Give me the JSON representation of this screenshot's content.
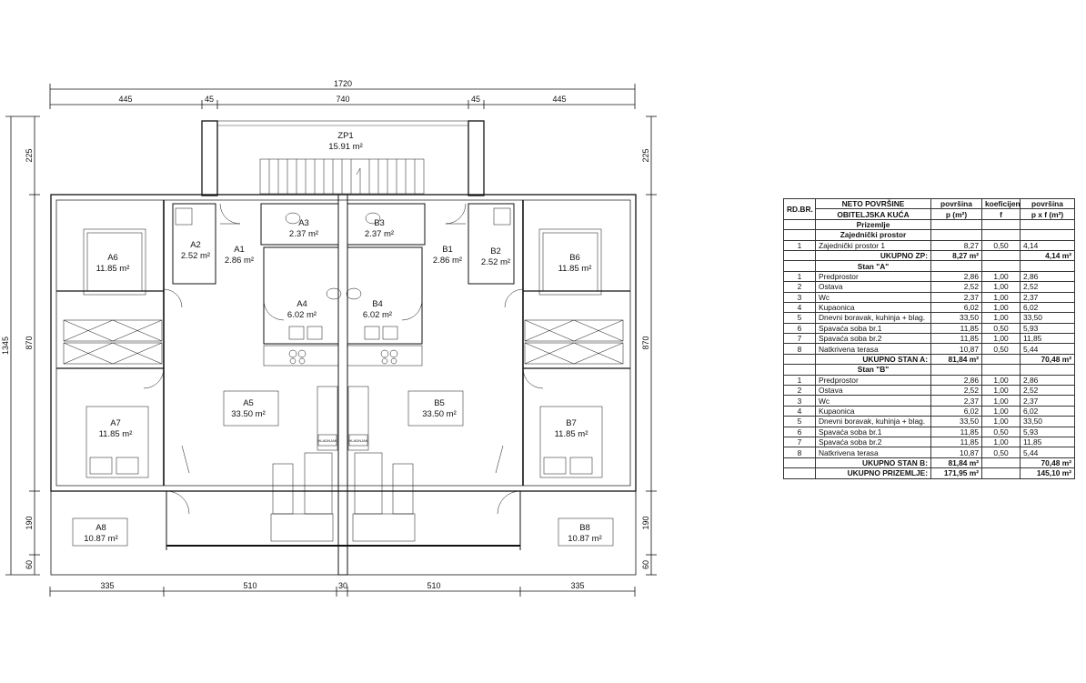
{
  "plan": {
    "dimensions": {
      "top_total": "1720",
      "top_segments": [
        "445",
        "45",
        "740",
        "45",
        "445"
      ],
      "bottom_segments": [
        "335",
        "510",
        "30",
        "510",
        "335"
      ],
      "left_total": "1345",
      "left_segments": [
        "225",
        "870",
        "190",
        "60"
      ],
      "right_segments": [
        "225",
        "870",
        "190",
        "60"
      ]
    },
    "rooms": [
      {
        "id": "ZP1",
        "area": "15.91 m²"
      },
      {
        "id": "A1",
        "area": "2.86 m²"
      },
      {
        "id": "A2",
        "area": "2.52 m²"
      },
      {
        "id": "A3",
        "area": "2.37 m²"
      },
      {
        "id": "A4",
        "area": "6.02 m²"
      },
      {
        "id": "A5",
        "area": "33.50 m²"
      },
      {
        "id": "A6",
        "area": "11.85 m²"
      },
      {
        "id": "A7",
        "area": "11.85 m²"
      },
      {
        "id": "A8",
        "area": "10.87 m²"
      },
      {
        "id": "B1",
        "area": "2.86 m²"
      },
      {
        "id": "B2",
        "area": "2.52 m²"
      },
      {
        "id": "B3",
        "area": "2.37 m²"
      },
      {
        "id": "B4",
        "area": "6.02 m²"
      },
      {
        "id": "B5",
        "area": "33.50 m²"
      },
      {
        "id": "B6",
        "area": "11.85 m²"
      },
      {
        "id": "B7",
        "area": "11.85 m²"
      },
      {
        "id": "B8",
        "area": "10.87 m²"
      }
    ],
    "appliance_label": "HLADNJAK"
  },
  "table": {
    "header": {
      "rd_br": "RD.BR.",
      "neto": "NETO POVRŠINE",
      "povrsina": "površina",
      "koeficijent": "koeficijent",
      "povsina": "površina",
      "obiteljska": "OBITELJSKA KUĆA",
      "p_unit": "p (m²)",
      "f": "f",
      "pxf_unit": "p x f (m²)"
    },
    "prizemlje": "Prizemlje",
    "zajednicki": {
      "title": "Zajednički prostor",
      "rows": [
        {
          "n": "1",
          "name": "Zajednički prostor 1",
          "p": "8,27",
          "f": "0,50",
          "pf": "4,14"
        }
      ],
      "total_label": "UKUPNO ZP:",
      "total_p": "8,27 m²",
      "total_pf": "4,14 m²"
    },
    "stan_a": {
      "title": "Stan \"A\"",
      "rows": [
        {
          "n": "1",
          "name": "Predprostor",
          "p": "2,86",
          "f": "1,00",
          "pf": "2,86"
        },
        {
          "n": "2",
          "name": "Ostava",
          "p": "2,52",
          "f": "1,00",
          "pf": "2,52"
        },
        {
          "n": "3",
          "name": "Wc",
          "p": "2,37",
          "f": "1,00",
          "pf": "2,37"
        },
        {
          "n": "4",
          "name": "Kupaonica",
          "p": "6,02",
          "f": "1,00",
          "pf": "6,02"
        },
        {
          "n": "5",
          "name": "Dnevni boravak, kuhinja + blag.",
          "p": "33,50",
          "f": "1,00",
          "pf": "33,50"
        },
        {
          "n": "6",
          "name": "Spavaća soba br.1",
          "p": "11,85",
          "f": "0,50",
          "pf": "5,93"
        },
        {
          "n": "7",
          "name": "Spavaća soba br.2",
          "p": "11,85",
          "f": "1,00",
          "pf": "11,85"
        },
        {
          "n": "8",
          "name": "Natkrivena terasa",
          "p": "10,87",
          "f": "0,50",
          "pf": "5,44"
        }
      ],
      "total_label": "UKUPNO STAN A:",
      "total_p": "81,84 m²",
      "total_pf": "70,48 m²"
    },
    "stan_b": {
      "title": "Stan \"B\"",
      "rows": [
        {
          "n": "1",
          "name": "Predprostor",
          "p": "2,86",
          "f": "1,00",
          "pf": "2,86"
        },
        {
          "n": "2",
          "name": "Ostava",
          "p": "2,52",
          "f": "1,00",
          "pf": "2,52"
        },
        {
          "n": "3",
          "name": "Wc",
          "p": "2,37",
          "f": "1,00",
          "pf": "2,37"
        },
        {
          "n": "4",
          "name": "Kupaonica",
          "p": "6,02",
          "f": "1,00",
          "pf": "6,02"
        },
        {
          "n": "5",
          "name": "Dnevni boravak, kuhinja + blag.",
          "p": "33,50",
          "f": "1,00",
          "pf": "33,50"
        },
        {
          "n": "6",
          "name": "Spavaća soba br.1",
          "p": "11,85",
          "f": "0,50",
          "pf": "5,93"
        },
        {
          "n": "7",
          "name": "Spavaća soba br.2",
          "p": "11,85",
          "f": "1,00",
          "pf": "11,85"
        },
        {
          "n": "8",
          "name": "Natkrivena terasa",
          "p": "10,87",
          "f": "0,50",
          "pf": "5,44"
        }
      ],
      "total_label": "UKUPNO STAN B:",
      "total_p": "81,84 m²",
      "total_pf": "70,48 m²"
    },
    "grand_total": {
      "label": "UKUPNO PRIZEMLJE:",
      "p": "171,95 m²",
      "pf": "145,10 m²"
    }
  }
}
